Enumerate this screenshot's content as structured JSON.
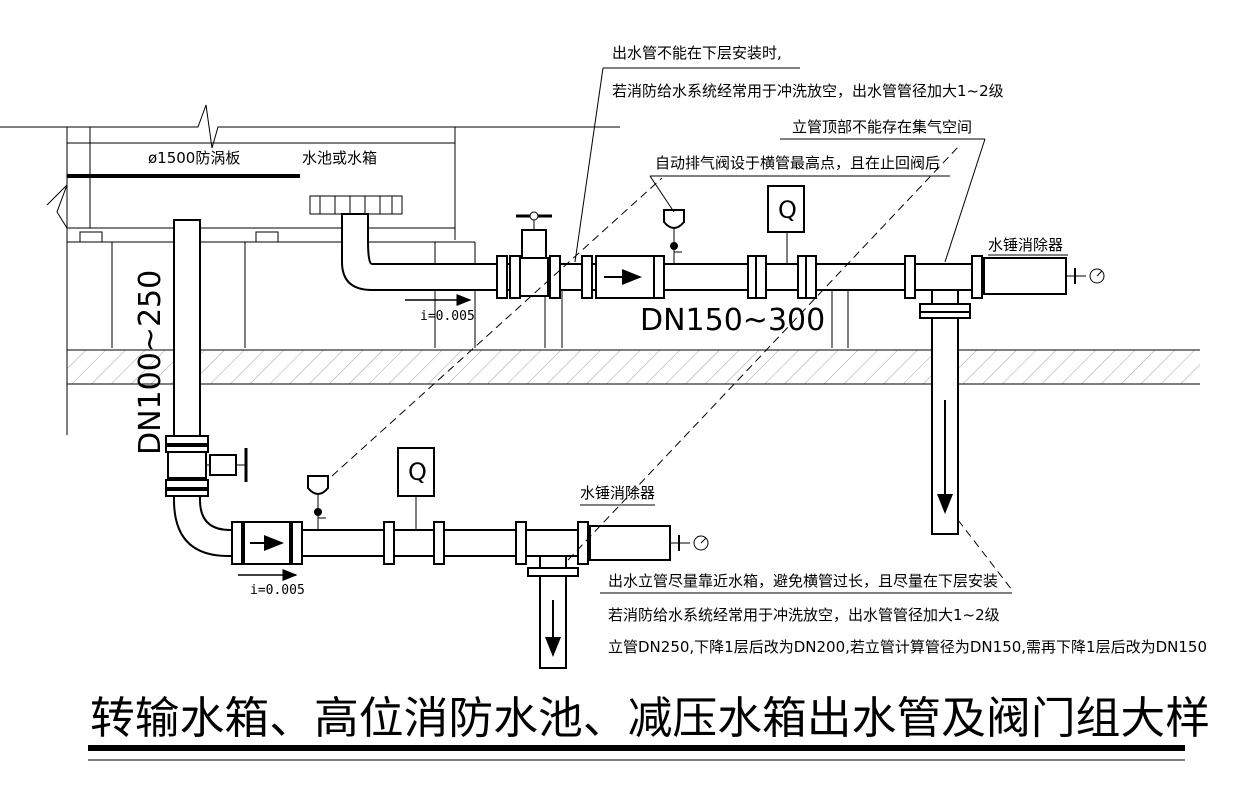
{
  "notes": {
    "top_line1": "出水管不能在下层安装时,",
    "top_line2": "若消防给水系统经常用于冲洗放空，出水管管径加大1~2级",
    "riser_top": "立管顶部不能存在集气空间",
    "air_valve": "自动排气阀设于横管最高点，且在止回阀后",
    "hammer_upper": "水锤消除器",
    "hammer_lower": "水锤消除器",
    "bottom_line1": "出水立管尽量靠近水箱，避免横管过长，且尽量在下层安装",
    "bottom_line2": "若消防给水系统经常用于冲洗放空，出水管管径加大1~2级",
    "bottom_line3": "立管DN250,下降1层后改为DN200,若立管计算管径为DN150,需再下降1层后改为DN150"
  },
  "labels": {
    "vortex_plate": "ø1500防涡板",
    "tank": "水池或水箱",
    "slope_upper": "i=0.005",
    "slope_lower": "i=0.005",
    "dn_horizontal": "DN150~300",
    "dn_vertical": "DN100~250",
    "flow_meter_upper": "Q",
    "flow_meter_lower": "Q"
  },
  "title": "转输水箱、高位消防水池、减压水箱出水管及阀门组大样"
}
